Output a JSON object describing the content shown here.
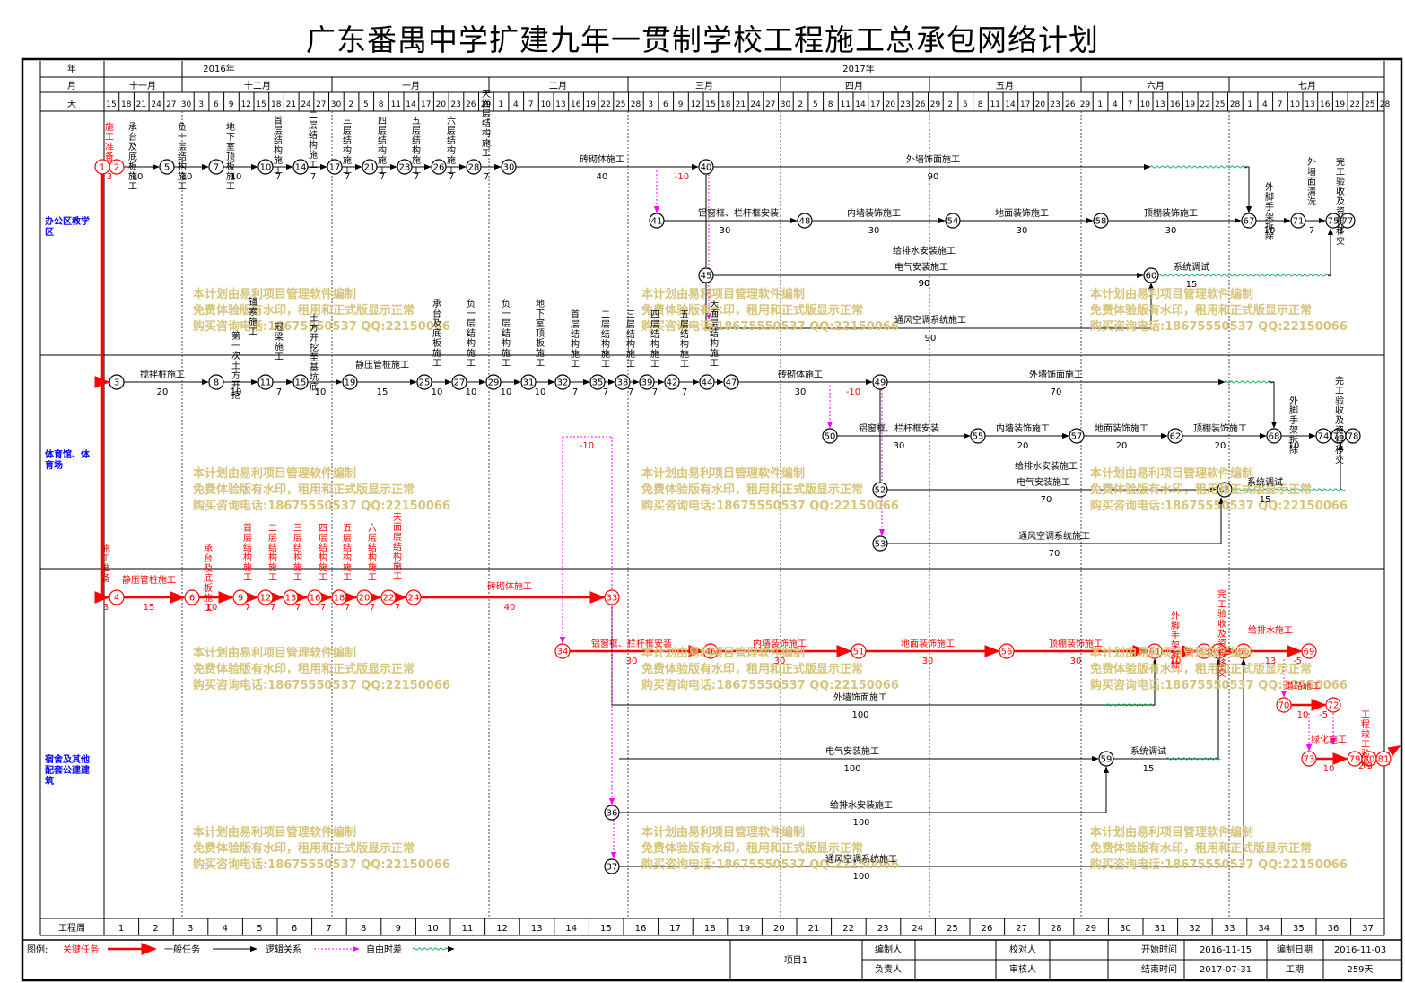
{
  "title": "广东番禺中学扩建九年一贯制学校工程施工总承包网络计划",
  "header": {
    "row_labels": [
      "年",
      "月",
      "天"
    ],
    "years": [
      "2016年",
      "2017年"
    ],
    "months": [
      "十一月",
      "十二月",
      "一月",
      "二月",
      "三月",
      "四月",
      "五月",
      "六月",
      "七月"
    ],
    "days": [
      "15",
      "18",
      "21",
      "24",
      "27",
      "30",
      "3",
      "6",
      "9",
      "12",
      "15",
      "18",
      "21",
      "24",
      "27",
      "30",
      "2",
      "5",
      "8",
      "11",
      "14",
      "17",
      "20",
      "23",
      "26",
      "29",
      "1",
      "4",
      "7",
      "10",
      "13",
      "16",
      "19",
      "22",
      "25",
      "28",
      "3",
      "6",
      "9",
      "12",
      "15",
      "18",
      "21",
      "24",
      "27",
      "30",
      "2",
      "5",
      "8",
      "11",
      "14",
      "17",
      "20",
      "23",
      "26",
      "29",
      "2",
      "5",
      "8",
      "11",
      "14",
      "17",
      "20",
      "23",
      "26",
      "29",
      "1",
      "4",
      "7",
      "10",
      "13",
      "16",
      "19",
      "22",
      "25",
      "28",
      "1",
      "4",
      "7",
      "10",
      "13",
      "16",
      "19",
      "22",
      "25",
      "28"
    ]
  },
  "week_row": {
    "label": "工程周",
    "weeks": [
      "1",
      "2",
      "3",
      "4",
      "5",
      "6",
      "7",
      "8",
      "9",
      "10",
      "11",
      "12",
      "13",
      "14",
      "15",
      "16",
      "17",
      "18",
      "19",
      "20",
      "21",
      "22",
      "23",
      "24",
      "25",
      "26",
      "27",
      "28",
      "29",
      "30",
      "31",
      "32",
      "33",
      "34",
      "35",
      "36",
      "37"
    ]
  },
  "sections": [
    "办公区教学区",
    "体育馆、体育场",
    "宿舍及其他配套公建建筑"
  ],
  "watermark": [
    "本计划由易利项目管理软件编制",
    "免费体验版有水印，租用和正式版显示正常",
    "购买咨询电话:18675550537 QQ:22150066"
  ],
  "activities": [
    {
      "name": "施工准备",
      "dur": "3"
    },
    {
      "name": "承台及底板施工",
      "dur": "10"
    },
    {
      "name": "负一层结构施工",
      "dur": "10"
    },
    {
      "name": "地下室顶板施工",
      "dur": "10"
    },
    {
      "name": "首层结构施工",
      "dur": "7"
    },
    {
      "name": "二层结构施工",
      "dur": "7"
    },
    {
      "name": "三层结构施工",
      "dur": "7"
    },
    {
      "name": "四层结构施工",
      "dur": "7"
    },
    {
      "name": "五层结构施工",
      "dur": "7"
    },
    {
      "name": "六层结构施工",
      "dur": "7"
    },
    {
      "name": "天面层结构施工",
      "dur": "7"
    },
    {
      "name": "砖砌体施工",
      "dur": "40"
    },
    {
      "name": "外墙饰面施工",
      "dur": "90"
    },
    {
      "name": "铝窗框、栏杆框安装",
      "dur": "30"
    },
    {
      "name": "内墙装饰施工",
      "dur": "30"
    },
    {
      "name": "地面装饰施工",
      "dur": "30"
    },
    {
      "name": "顶棚装饰施工",
      "dur": "30"
    },
    {
      "name": "外脚手架拆除",
      "dur": "10"
    },
    {
      "name": "外墙面清洗",
      "dur": "7"
    },
    {
      "name": "完工验收及资料移交",
      "dur": "3"
    },
    {
      "name": "给排水安装施工",
      "dur": "90"
    },
    {
      "name": "电气安装施工",
      "dur": "90"
    },
    {
      "name": "系统调试",
      "dur": "15"
    },
    {
      "name": "通风空调系统施工",
      "dur": "90"
    },
    {
      "name": "搅拌桩施工",
      "dur": "20"
    },
    {
      "name": "第一次土方开挖",
      "dur": "10"
    },
    {
      "name": "锚索施工",
      "dur": "7"
    },
    {
      "name": "冠梁施工",
      "dur": "7"
    },
    {
      "name": "土方开挖至基坑底",
      "dur": "10"
    },
    {
      "name": "静压管桩施工",
      "dur": "15"
    },
    {
      "name": "砖砌体施工",
      "dur": "30"
    },
    {
      "name": "外墙饰面施工",
      "dur": "70"
    },
    {
      "name": "内墙装饰施工",
      "dur": "20"
    },
    {
      "name": "地面装饰施工",
      "dur": "20"
    },
    {
      "name": "顶棚装饰施工",
      "dur": "20"
    },
    {
      "name": "通风空调系统施工",
      "dur": "70"
    },
    {
      "name": "给排水安装施工",
      "dur": "70"
    },
    {
      "name": "电气安装施工",
      "dur": "70"
    },
    {
      "name": "静压管桩施工",
      "dur": "15"
    },
    {
      "name": "承台及底板施工",
      "dur": "10"
    },
    {
      "name": "砖砌体施工",
      "dur": "40"
    },
    {
      "name": "外墙饰面施工",
      "dur": "100"
    },
    {
      "name": "电气安装施工",
      "dur": "100"
    },
    {
      "name": "给排水安装施工",
      "dur": "100"
    },
    {
      "name": "通风空调系统施工",
      "dur": "100"
    },
    {
      "name": "系统调试",
      "dur": "15"
    },
    {
      "name": "给排水施工",
      "dur": "13"
    },
    {
      "name": "道路施工",
      "dur": "10"
    },
    {
      "name": "绿化施工",
      "dur": "10"
    },
    {
      "name": "工程竣工验收",
      "dur": "2"
    }
  ],
  "float_labels": [
    "-10",
    "-5"
  ],
  "legend": {
    "title": "图例:",
    "critical": "关键任务",
    "normal": "一般任务",
    "logic": "逻辑关系",
    "free_float": "自由时差",
    "critical_color": "#ff0000",
    "float_color": "#ff00ff",
    "wave_color": "#00b050"
  },
  "footer": {
    "project": "项目1",
    "editor_label": "编制人",
    "checker_label": "校对人",
    "owner_label": "负责人",
    "auditor_label": "审核人",
    "start_label": "开始时间",
    "start_value": "2016-11-15",
    "end_label": "结束时间",
    "end_value": "2017-07-31",
    "made_label": "编制日期",
    "made_value": "2016-11-03",
    "period_label": "工期",
    "period_value": "259天"
  }
}
